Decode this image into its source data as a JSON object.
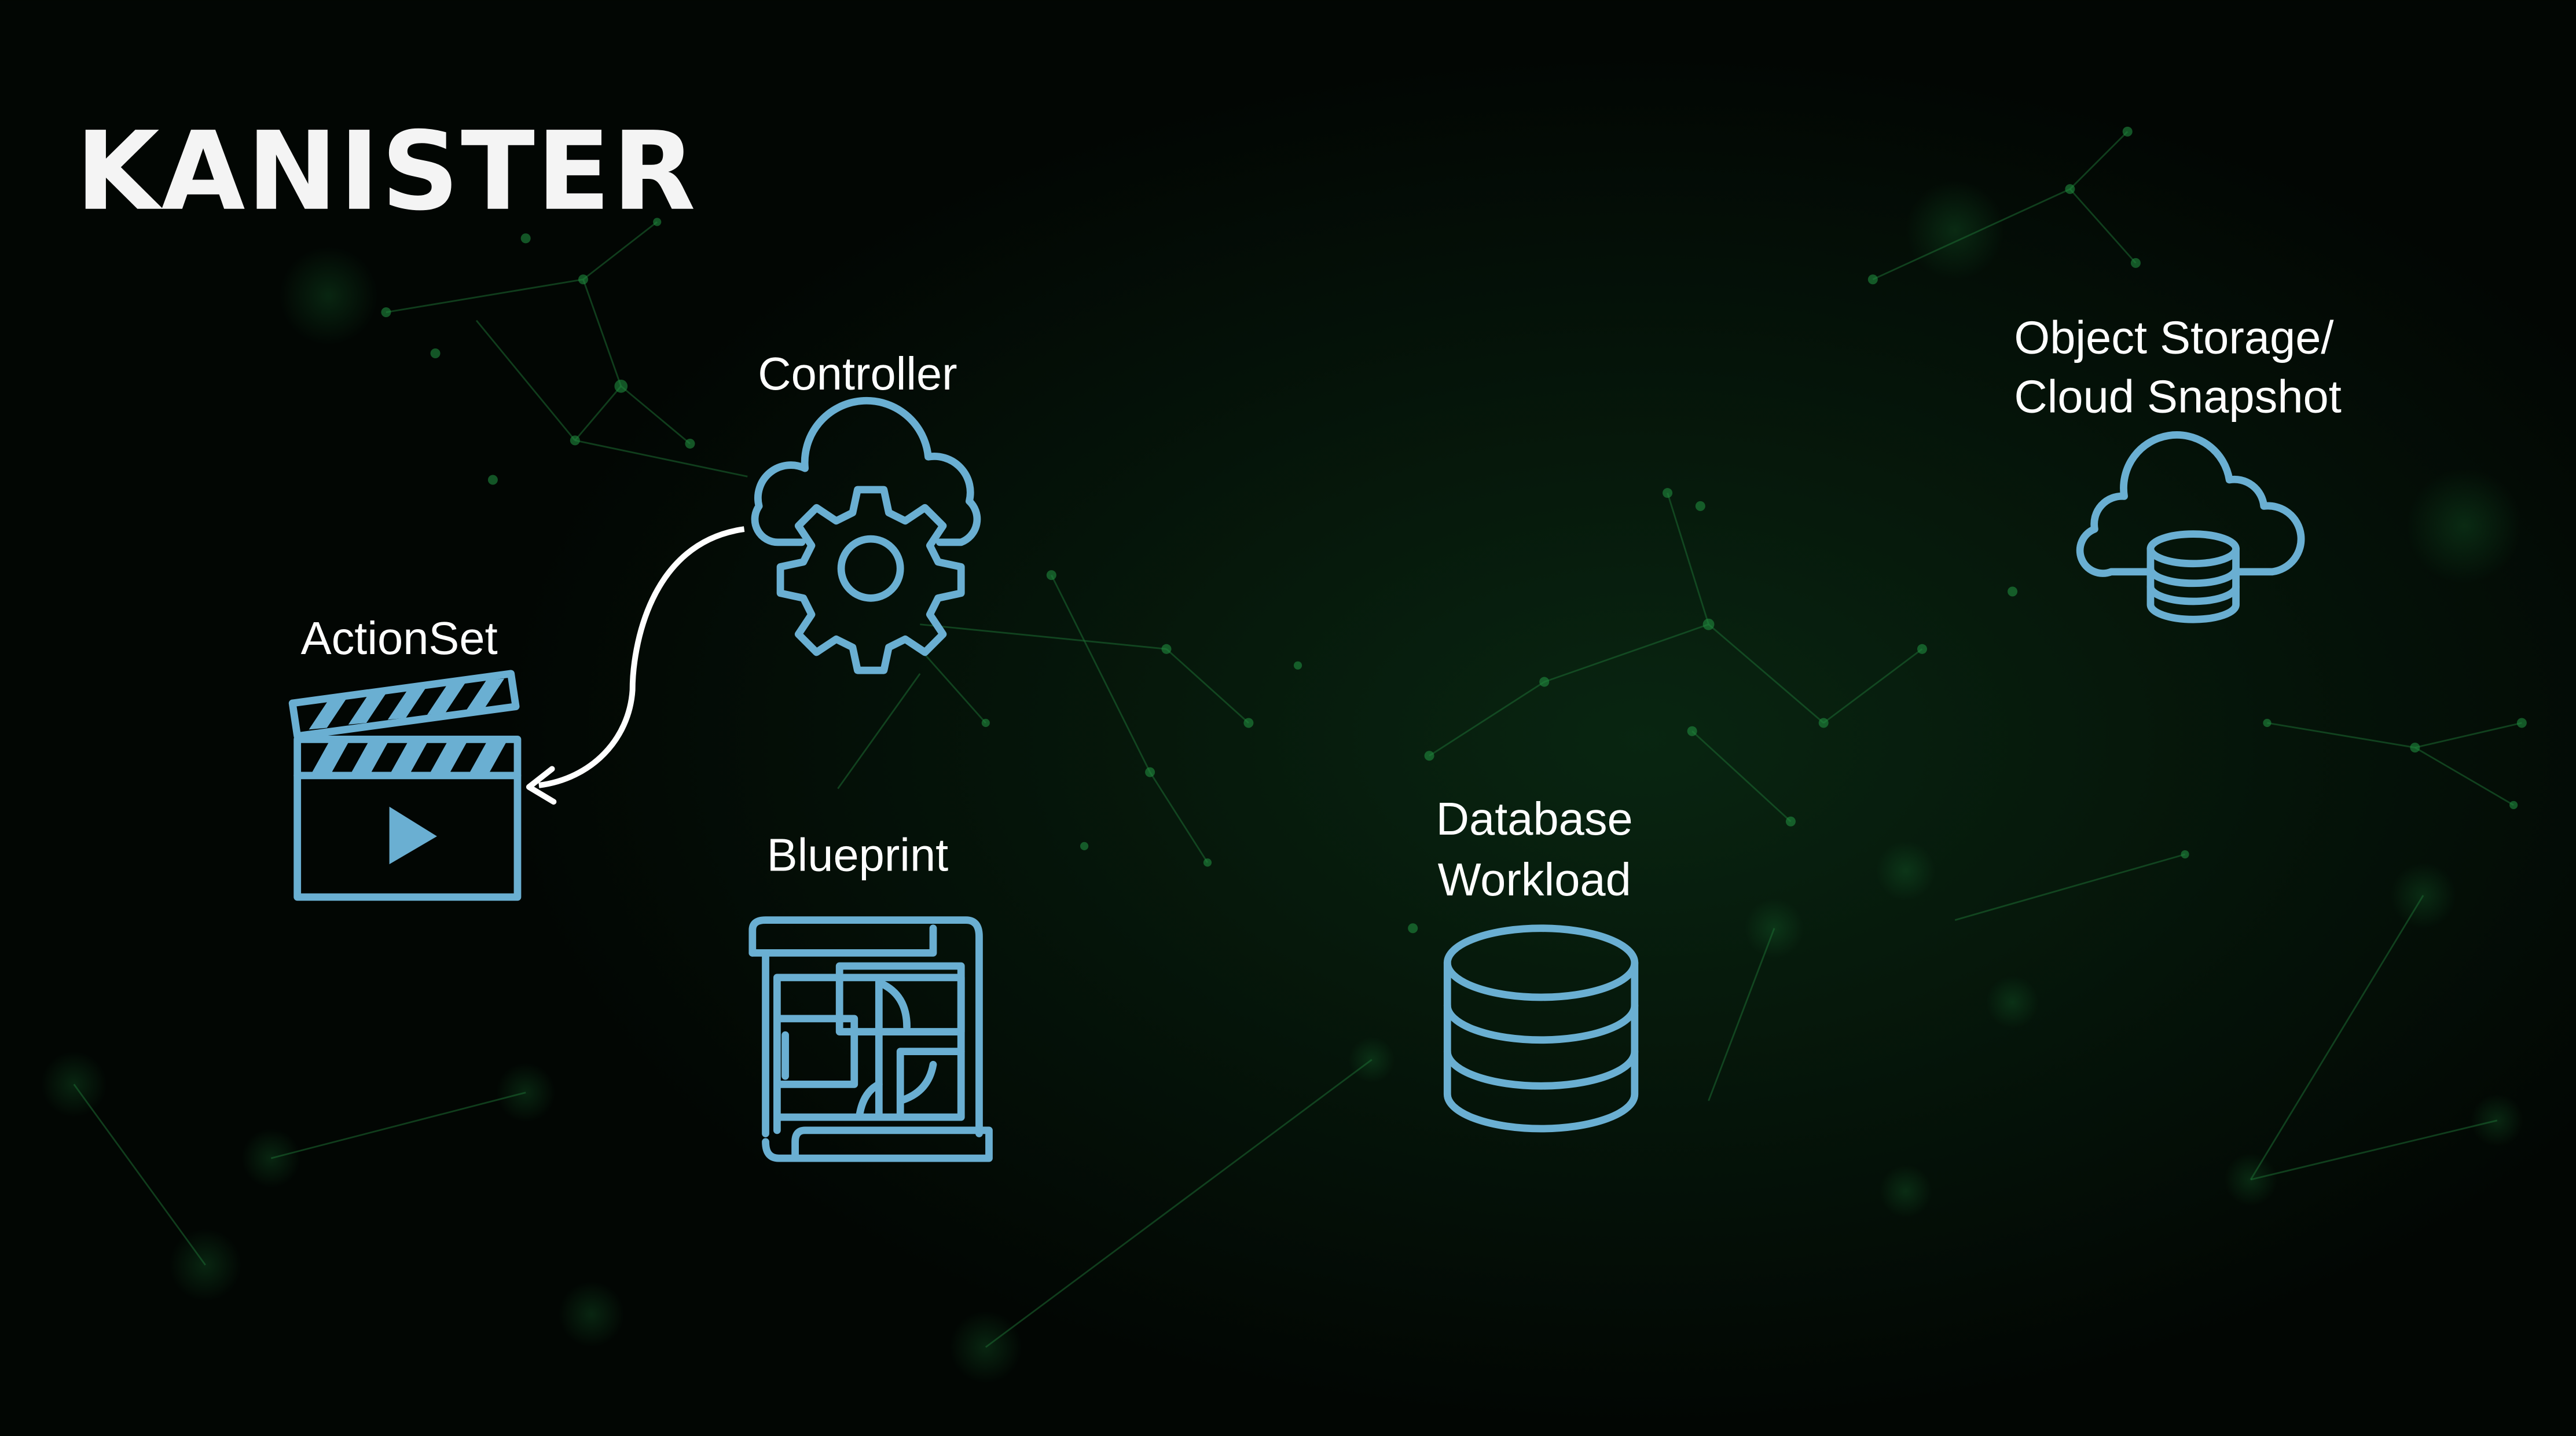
{
  "logo": {
    "text": "KANISTER"
  },
  "nodes": {
    "controller": {
      "label": "Controller",
      "icon": "cloud-gear-icon"
    },
    "actionset": {
      "label": "ActionSet",
      "icon": "clapperboard-icon"
    },
    "blueprint": {
      "label": "Blueprint",
      "icon": "blueprint-icon"
    },
    "database": {
      "label_line1": "Database",
      "label_line2": "Workload",
      "icon": "database-icon"
    },
    "storage": {
      "label_line1": "Object Storage/",
      "label_line2": "Cloud Snapshot",
      "icon": "cloud-database-icon"
    }
  },
  "colors": {
    "icon": "#6aafd2",
    "background": "#020603",
    "network": "#1f8a3e",
    "text": "#ffffff"
  }
}
